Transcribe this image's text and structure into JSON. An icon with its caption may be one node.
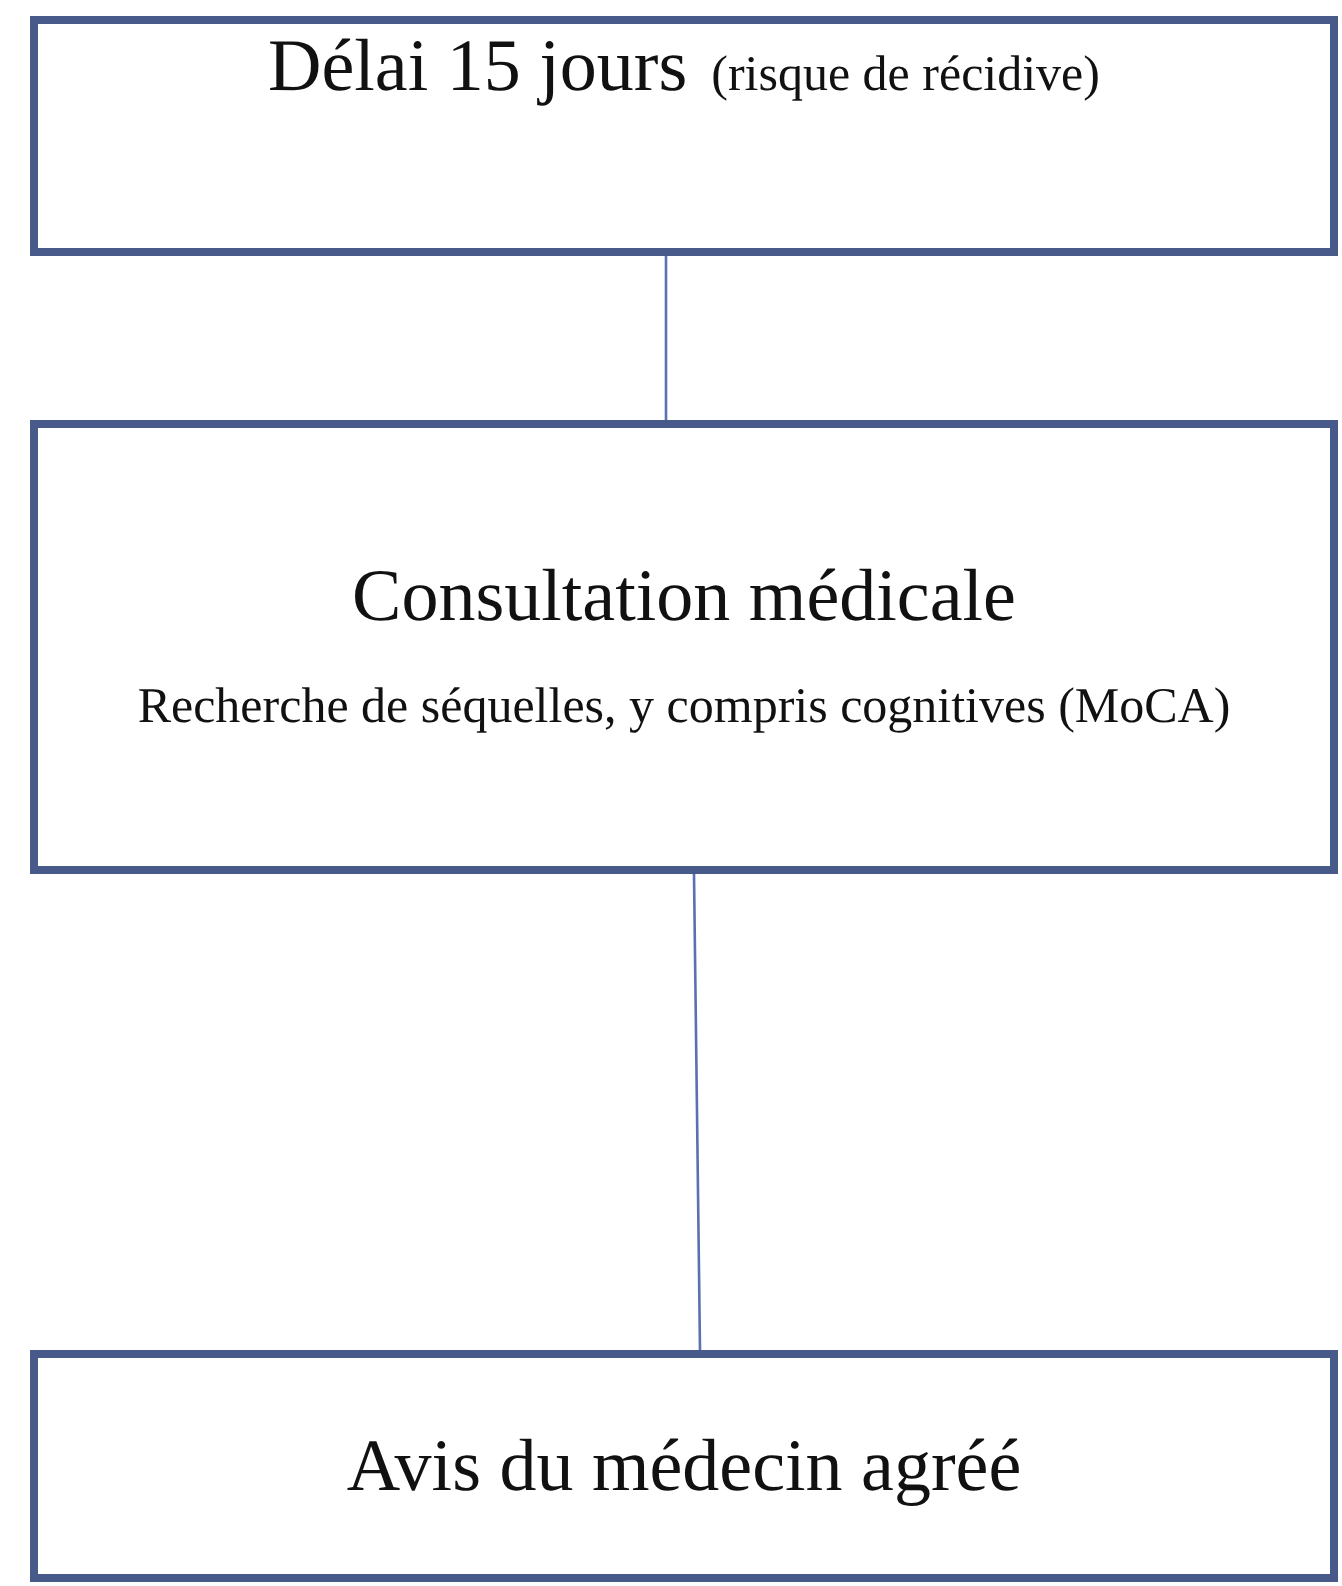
{
  "diagram": {
    "nodes": [
      {
        "text": [
          "Délai 15 jours",
          "(risque de récidive)"
        ]
      },
      {
        "text": [
          "Consultation médicale",
          "Recherche de séquelles, y compris cognitives (MoCA)"
        ]
      },
      {
        "text": [
          "Avis du médecin agréé"
        ]
      }
    ],
    "edges": [
      {
        "from": 0,
        "to": 1,
        "arrow": "none"
      },
      {
        "from": 1,
        "to": 2,
        "arrow": "none"
      }
    ]
  }
}
